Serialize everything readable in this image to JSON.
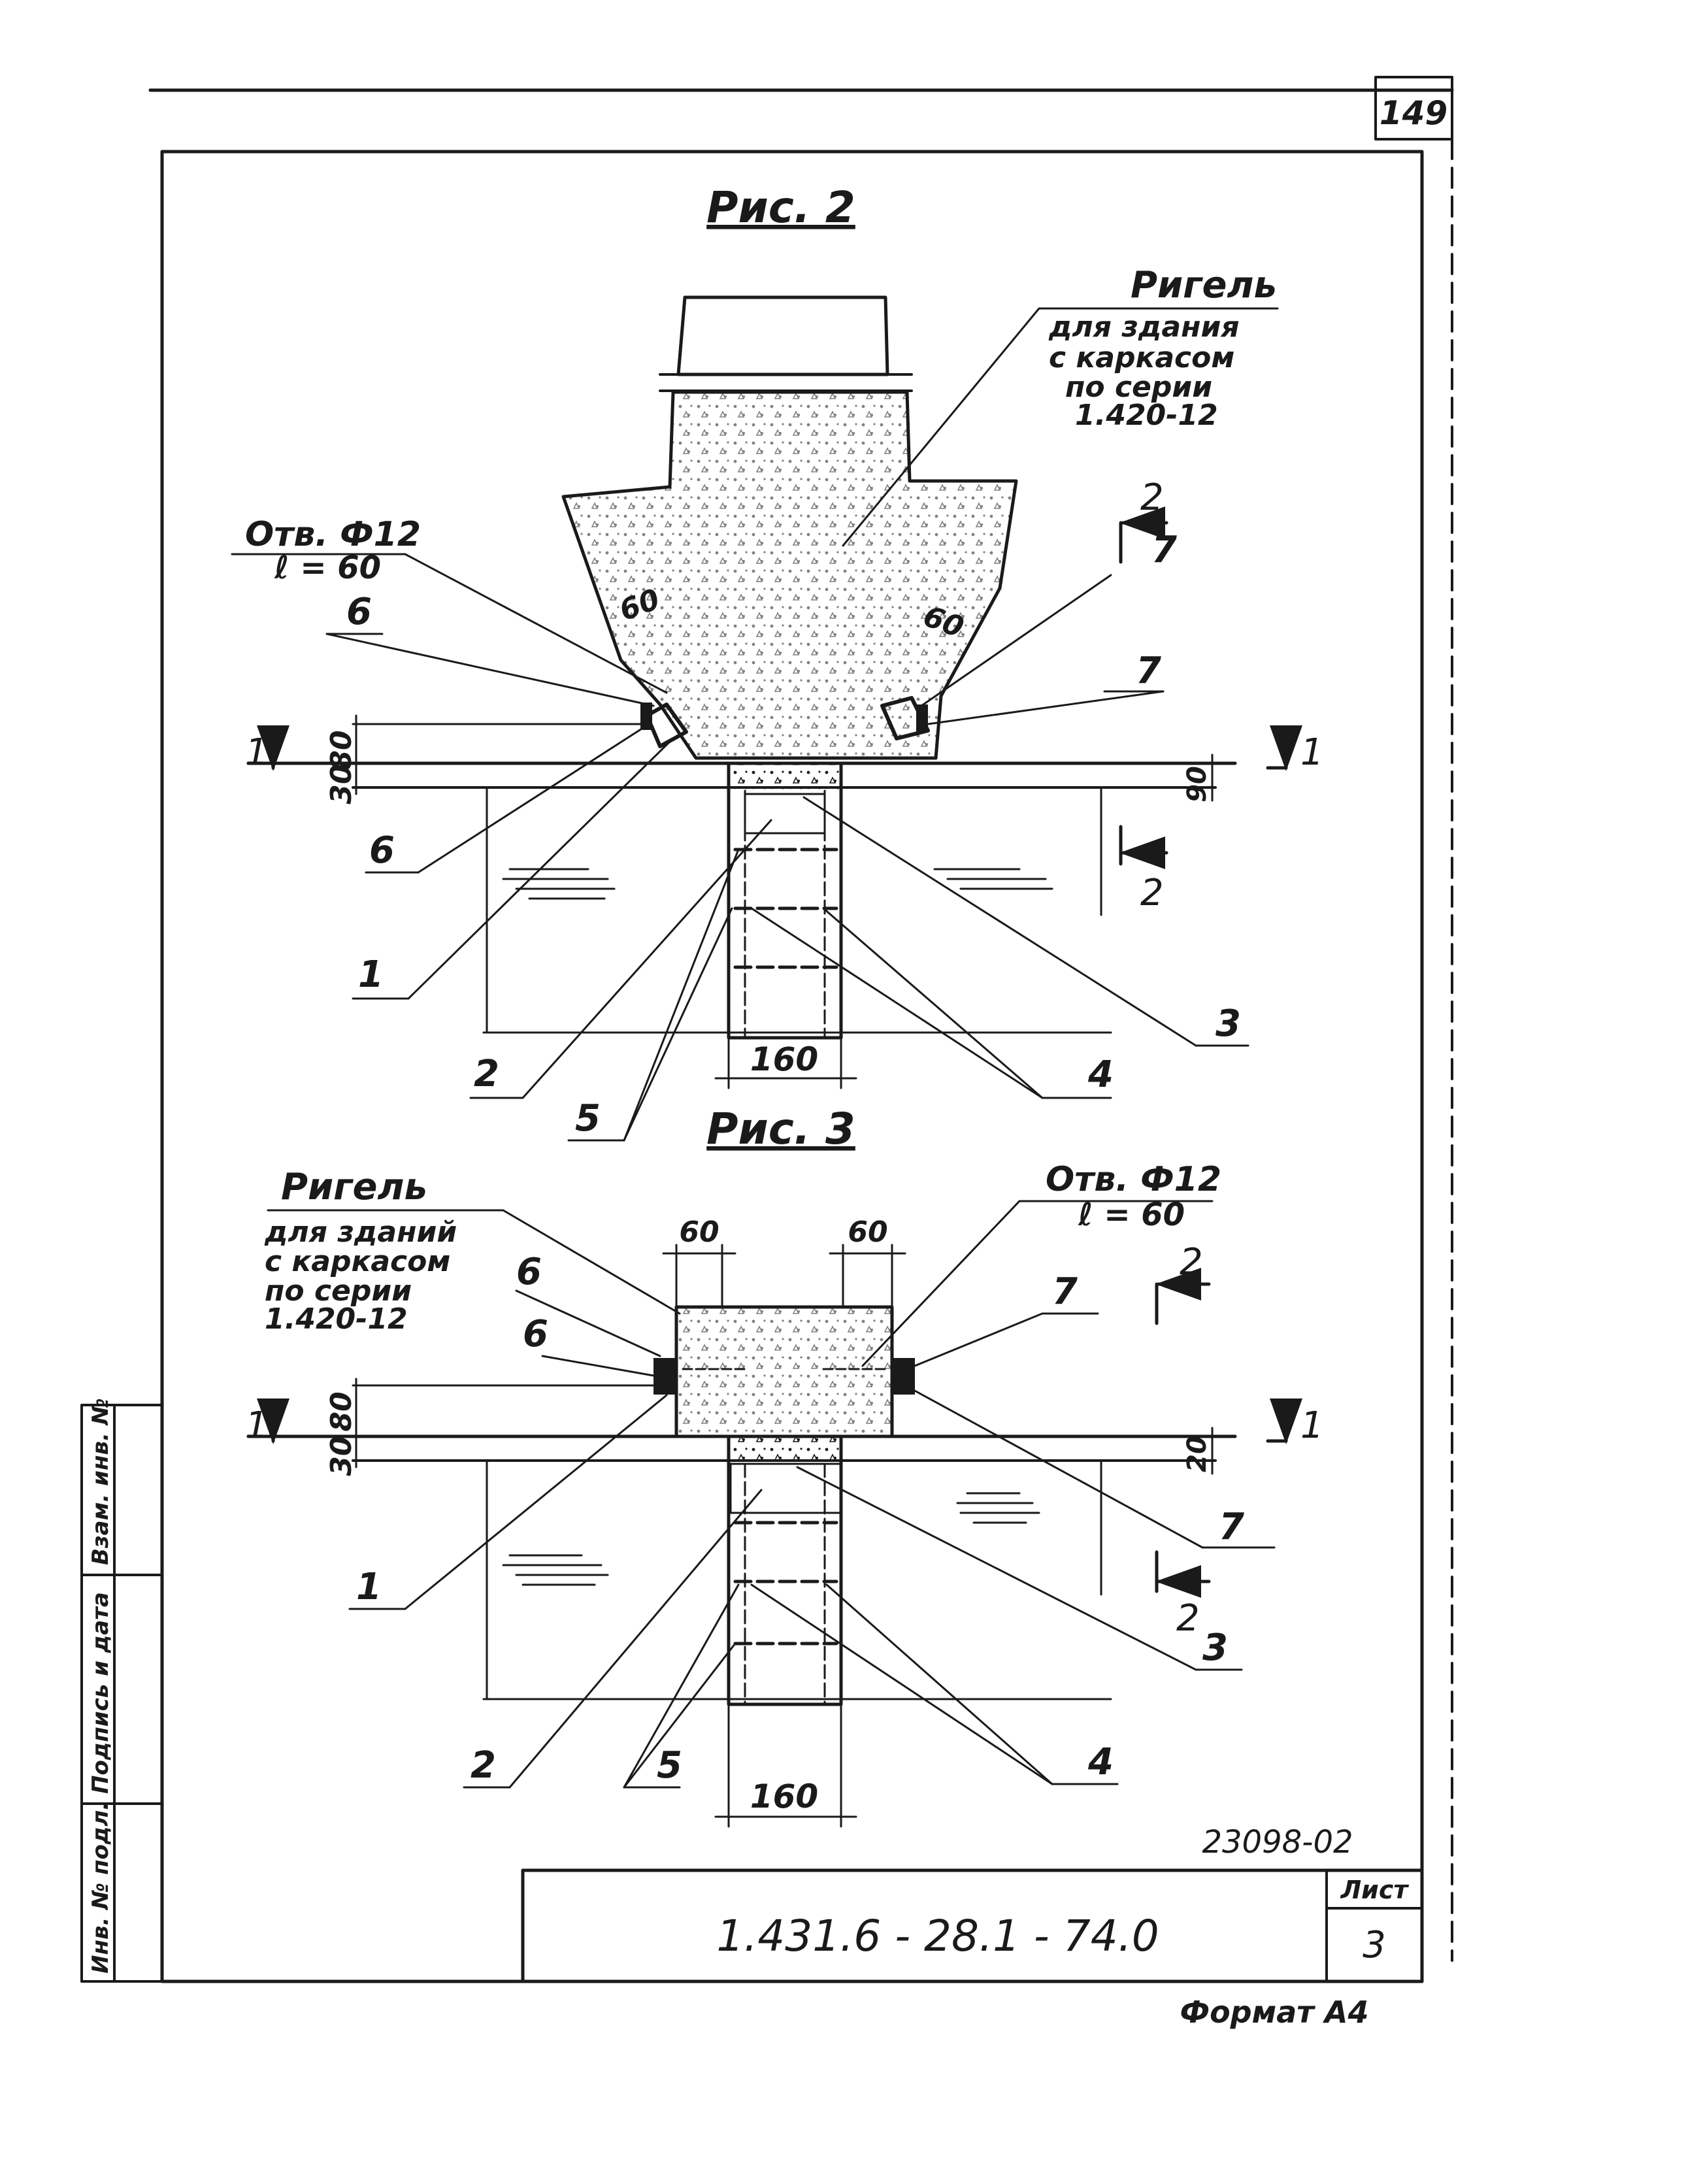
{
  "sheet": {
    "page_number": "149",
    "inventory_number": "23098-02",
    "document_code": "1.431.6 - 28.1 - 74.0",
    "sheet_label": "Лист",
    "sheet_number": "3",
    "format_note": "Формат А4",
    "side_stamp": [
      "Инв. № подл.",
      "Подпись и дата",
      "Взам. инв. №"
    ]
  },
  "figure2": {
    "title": "Рис. 2",
    "beam_note": [
      "Ригель",
      "для здания",
      "с каркасом",
      "по серии",
      "1.420-12"
    ],
    "hole_note": [
      "Отв. Ф12",
      "ℓ = 60"
    ],
    "dim_left": "60",
    "dim_right": "60",
    "dim_80": "80",
    "dim_30": "30",
    "dim_90": "90",
    "dim_160": "160",
    "section_1": "1",
    "section_2": "2",
    "callouts": [
      "1",
      "2",
      "3",
      "4",
      "5",
      "6",
      "6",
      "7",
      "7"
    ]
  },
  "figure3": {
    "title": "Рис. 3",
    "beam_note": [
      "Ригель",
      "для зданий",
      "с каркасом",
      "по серии",
      "1.420-12"
    ],
    "hole_note": [
      "Отв. Ф12",
      "ℓ = 60"
    ],
    "dim_left": "60",
    "dim_right": "60",
    "dim_80": "80",
    "dim_30": "30",
    "dim_20": "20",
    "dim_160": "160",
    "section_1": "1",
    "section_2": "2",
    "callouts": [
      "1",
      "2",
      "3",
      "4",
      "5",
      "6",
      "6",
      "7",
      "7"
    ]
  }
}
